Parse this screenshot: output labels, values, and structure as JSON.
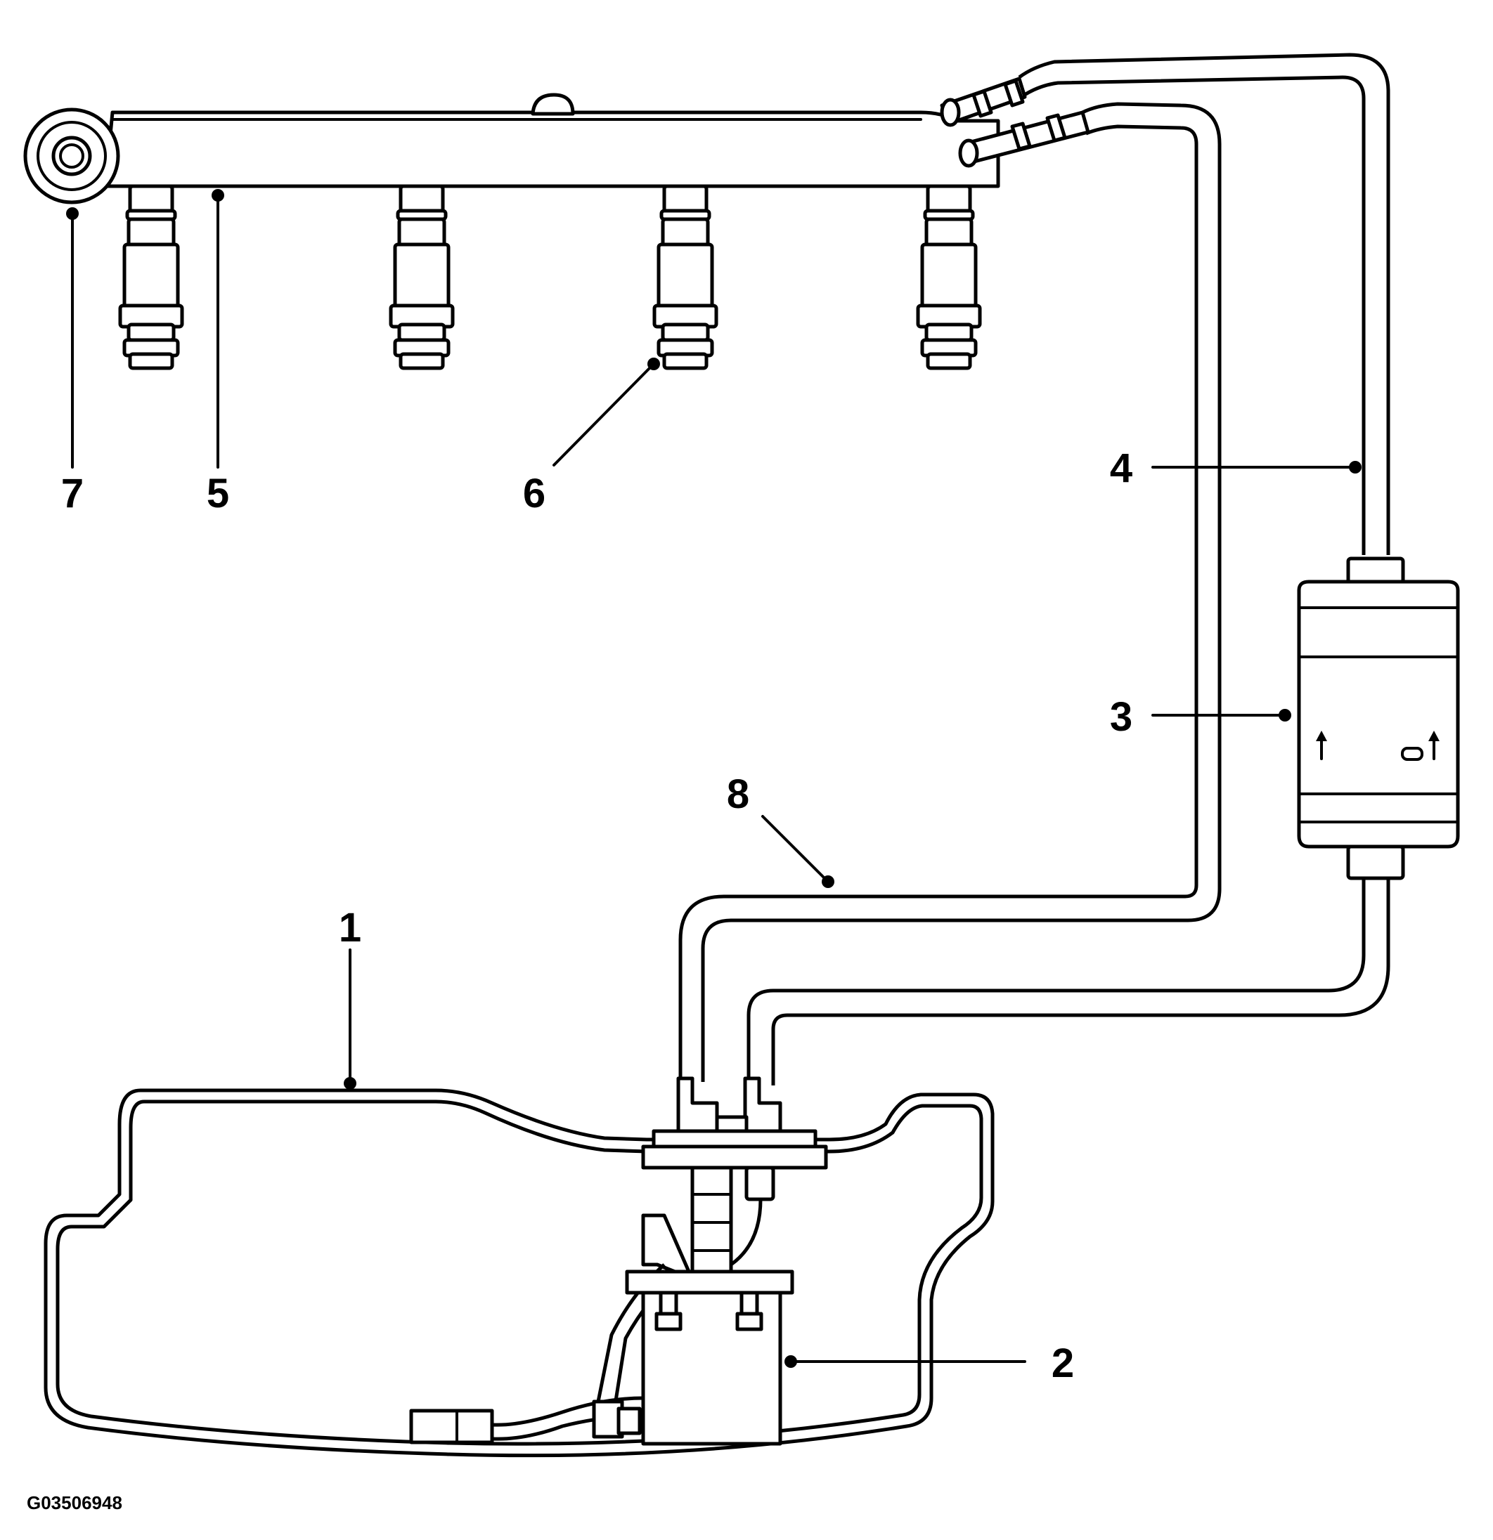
{
  "figure_id": "G03506948",
  "callouts": [
    {
      "id": "1",
      "label": "1"
    },
    {
      "id": "2",
      "label": "2"
    },
    {
      "id": "3",
      "label": "3"
    },
    {
      "id": "4",
      "label": "4"
    },
    {
      "id": "5",
      "label": "5"
    },
    {
      "id": "6",
      "label": "6"
    },
    {
      "id": "7",
      "label": "7"
    },
    {
      "id": "8",
      "label": "8"
    }
  ],
  "colors": {
    "line": "#000000",
    "background": "#ffffff"
  }
}
